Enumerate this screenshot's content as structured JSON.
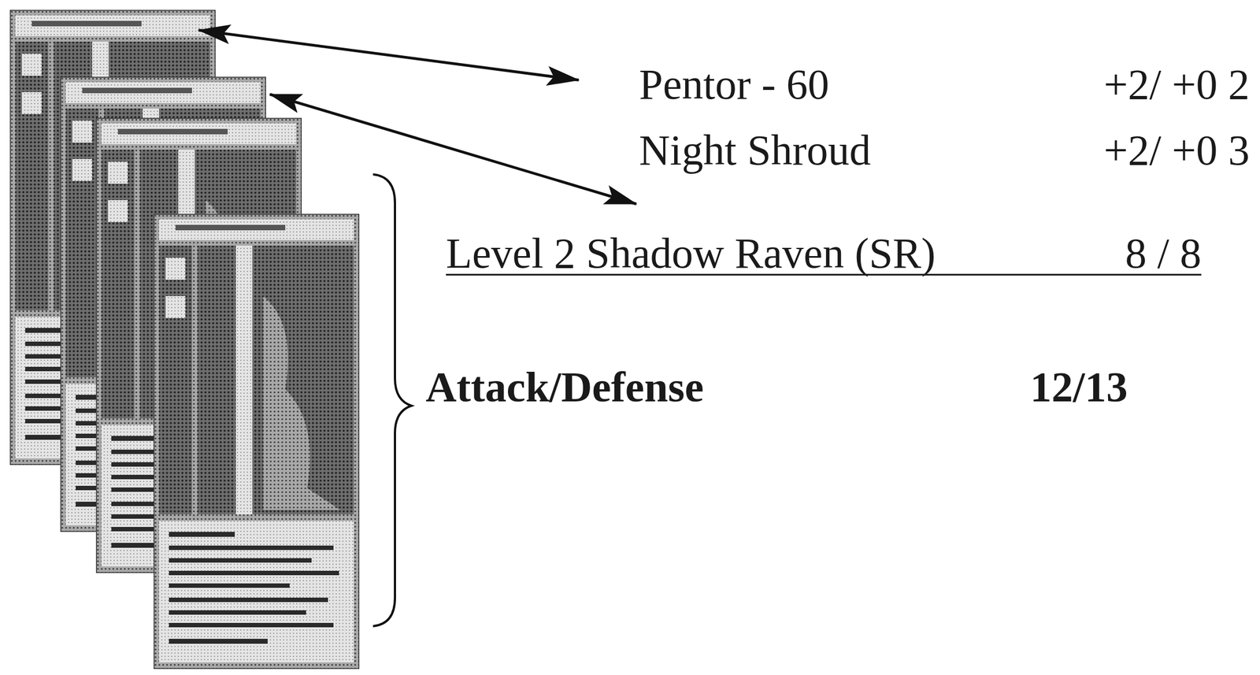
{
  "diagram": {
    "labels": [
      "Pentor - 60",
      "+2/ +0 2",
      "Night Shroud",
      "+2/ +0 3",
      "Level 2 Shadow Raven (SR)",
      "8 / 8",
      "Attack/Defense",
      "12/13"
    ]
  }
}
